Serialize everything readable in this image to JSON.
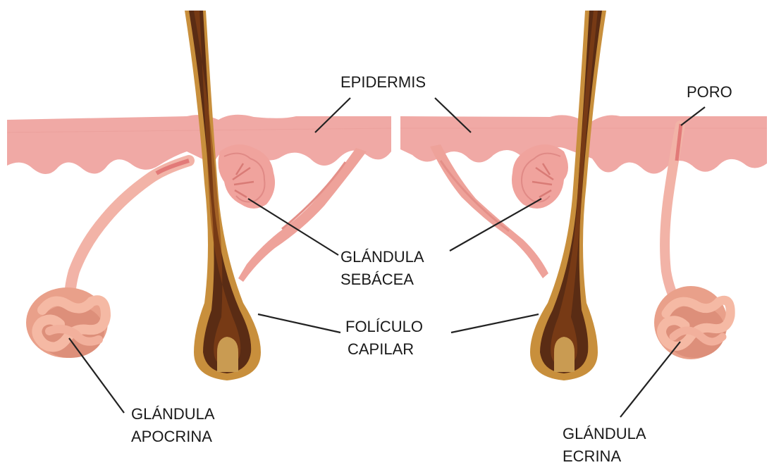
{
  "labels": {
    "epidermis": "EPIDERMIS",
    "poro": "PORO",
    "glandula_sebacea": [
      "GLÁNDULA",
      "SEBÁCEA"
    ],
    "foliculo_capilar": [
      "FOLÍCULO",
      "CAPILAR"
    ],
    "glandula_apocrina": [
      "GLÁNDULA",
      "APOCRINA"
    ],
    "glandula_ecrina": [
      "GLÁNDULA",
      "ECRINA"
    ]
  },
  "colors": {
    "skin": "#f0a9a5",
    "skin_dark": "#e8948f",
    "duct": "#f2b3a7",
    "gland": "#eda38e",
    "gland_dark": "#d98a78",
    "hair_outer": "#b8822e",
    "hair_mid": "#5a2c14",
    "hair_inner": "#7a3a12",
    "papilla": "#c99b52"
  }
}
